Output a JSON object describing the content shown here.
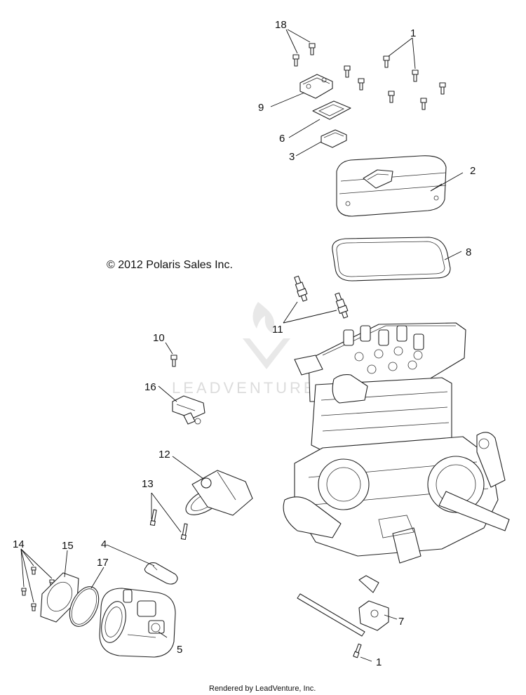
{
  "diagram": {
    "copyright": "© 2012 Polaris Sales Inc.",
    "footer": "Rendered by LeadVenture, Inc.",
    "watermark": "LEADVENTURE",
    "callouts": [
      "18",
      "1",
      "9",
      "6",
      "3",
      "2",
      "8",
      "11",
      "10",
      "16",
      "12",
      "13",
      "4",
      "14",
      "15",
      "17",
      "7",
      "5",
      "1"
    ]
  }
}
